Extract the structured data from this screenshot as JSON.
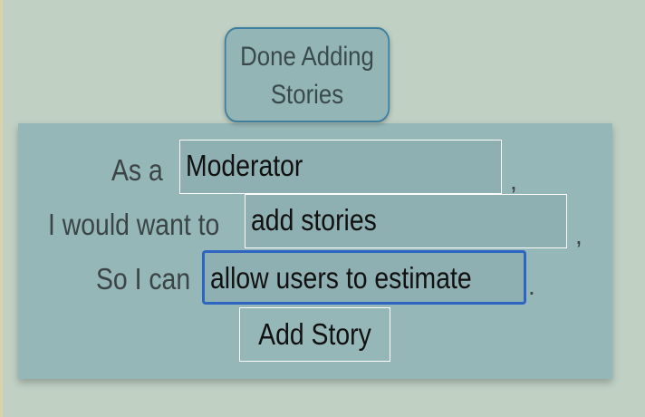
{
  "done_button": {
    "line1": "Done Adding",
    "line2": "Stories"
  },
  "story_form": {
    "role_prefix": "As a",
    "role_value": "Moderator",
    "role_suffix": ",",
    "want_prefix": "I would want to",
    "want_value": "add stories",
    "want_suffix": ",",
    "benefit_prefix": "So I can",
    "benefit_value": "allow users to estimate",
    "benefit_suffix": ".",
    "add_button_label": "Add Story"
  }
}
